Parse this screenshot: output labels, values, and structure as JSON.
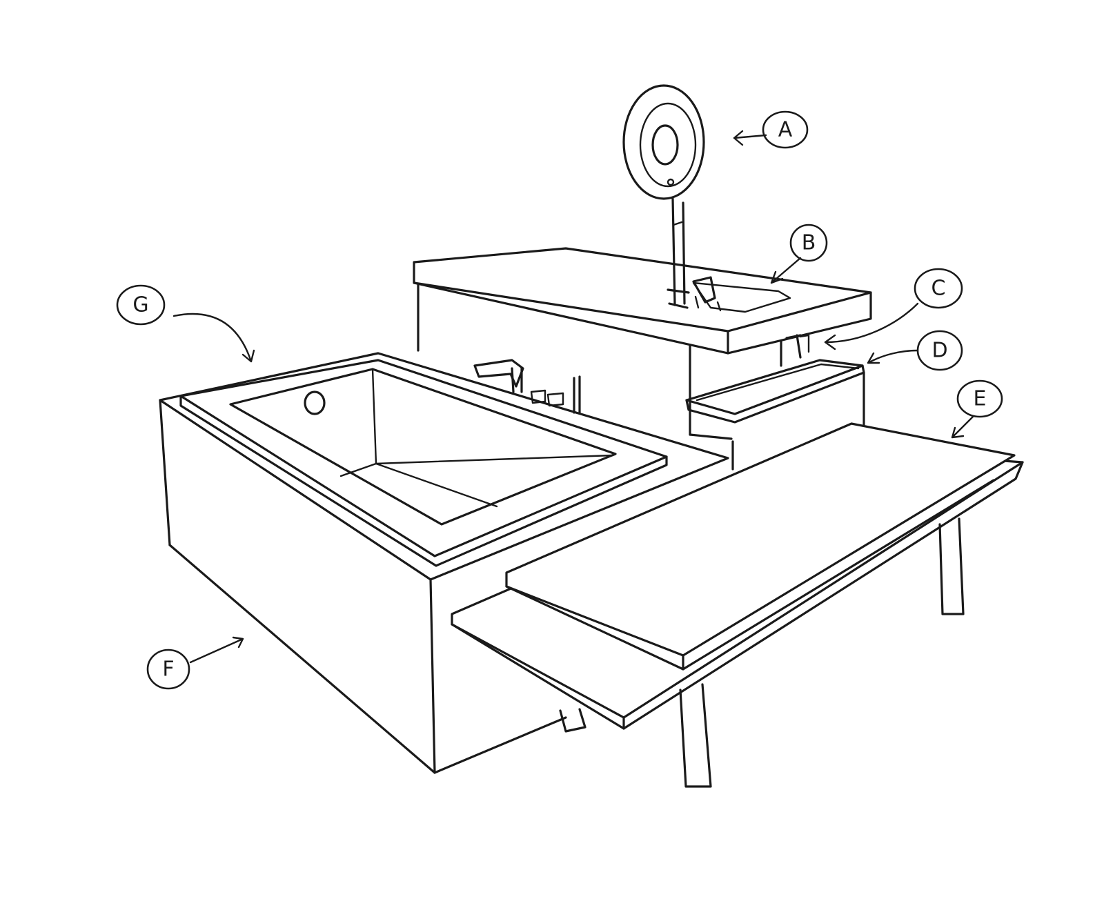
{
  "labels": [
    {
      "id": "A",
      "text": "A"
    },
    {
      "id": "B",
      "text": "B"
    },
    {
      "id": "C",
      "text": "C"
    },
    {
      "id": "D",
      "text": "D"
    },
    {
      "id": "E",
      "text": "E"
    },
    {
      "id": "F",
      "text": "F"
    },
    {
      "id": "G",
      "text": "G"
    }
  ],
  "colors": {
    "ink": "#1a1a1a",
    "paper": "#ffffff"
  }
}
